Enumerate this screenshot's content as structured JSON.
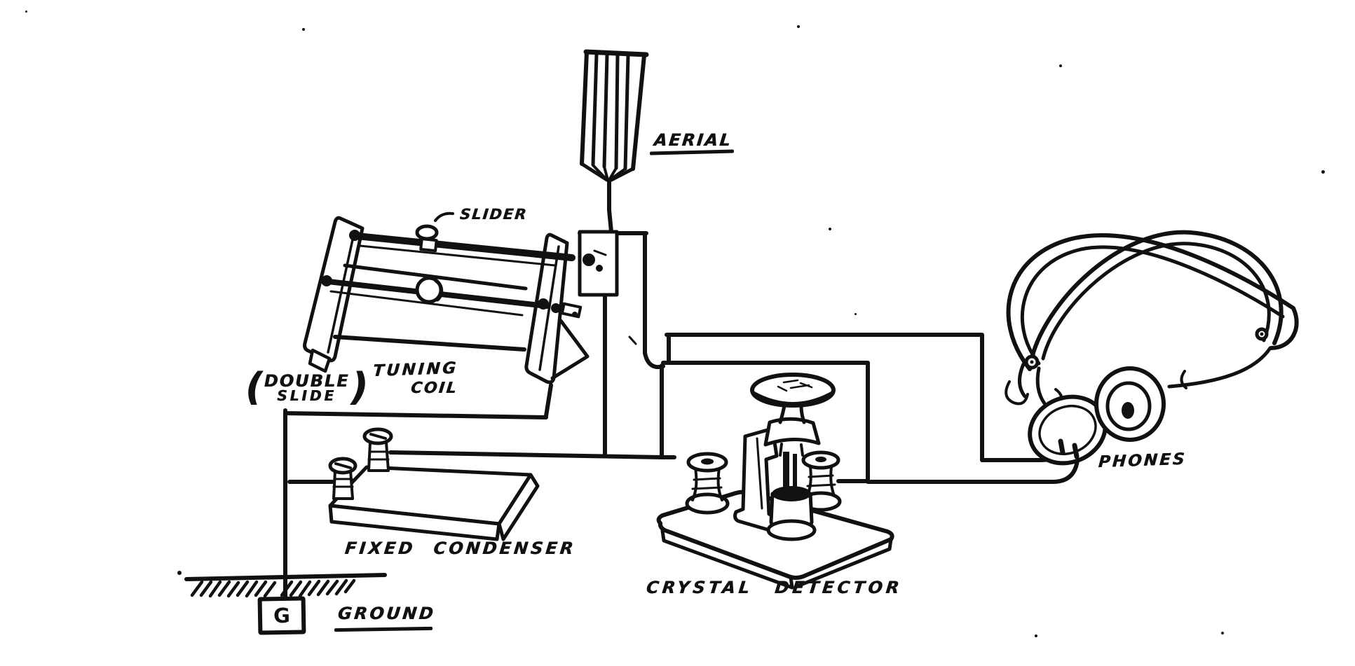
{
  "colors": {
    "ink": "#111111",
    "paper": "#ffffff"
  },
  "labels": {
    "aerial": "AERIAL",
    "slider": "SLIDER",
    "tuning_coil_line1": "TUNING",
    "tuning_coil_line2": "COIL",
    "double_slide_open_paren": "(",
    "double_slide_line1": "DOUBLE",
    "double_slide_line2": "SLIDE",
    "double_slide_close_paren": ")",
    "fixed_condenser": "FIXED CONDENSER",
    "crystal_detector": "CRYSTAL DETECTOR",
    "ground": "GROUND",
    "ground_terminal": "G",
    "phones": "PHONES"
  }
}
